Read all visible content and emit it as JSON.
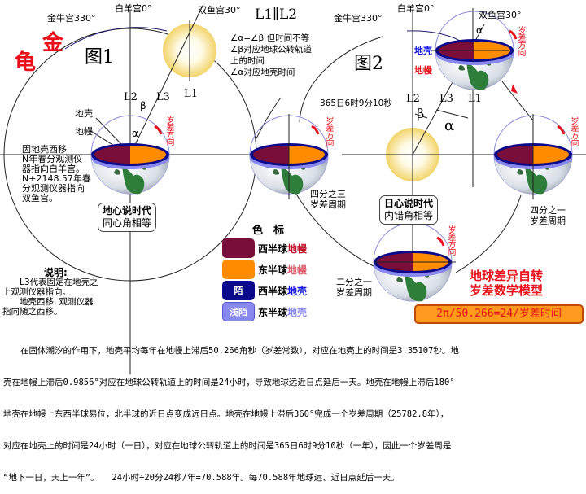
{
  "figure1": {
    "title": "图1",
    "logo_chars": [
      "金",
      "龟"
    ],
    "labels": {
      "aries": "白羊宫0°",
      "taurus": "金牛宫330°",
      "pisces": "双鱼宫30°",
      "L1": "L1",
      "L2": "L2",
      "L3": "L3",
      "beta": "β",
      "alpha": "α",
      "crust": "地壳",
      "mantle": "地幔",
      "precession_direction": "岁差方向"
    },
    "note_left": [
      "因地壳西移",
      "N年春分观测仪",
      "器指向白羊宫。",
      "N+2148.57年春",
      "分观测仪器指向",
      "双鱼宫。"
    ],
    "era_box": {
      "title": "地心说时代",
      "subtitle": "同心角相等"
    }
  },
  "center_notes": {
    "parallel": "L1∥L2",
    "lines": [
      "∠α=∠β 但时间不等",
      "∠β对应地球公转轨道",
      "上的时间",
      "∠α对应地壳时间"
    ],
    "orbit_time": "365日6时9分10秒",
    "three_quarter": [
      "四分之三",
      "岁差周期"
    ]
  },
  "figure2": {
    "title": "图2",
    "labels": {
      "aries": "白羊宫0°",
      "taurus": "金牛宫330°",
      "pisces": "双鱼宫30°",
      "L1": "L1",
      "L2": "L2",
      "L3": "L3",
      "beta": "β",
      "alpha": "α",
      "crust": "地壳",
      "mantle": "地幔",
      "precession_direction": "岁差方向"
    },
    "era_box": {
      "title": "日心说时代",
      "subtitle": "内错角相等"
    },
    "one_quarter": [
      "四分之一",
      "岁差周期"
    ],
    "one_half": [
      "二分之一",
      "岁差周期"
    ]
  },
  "legend": {
    "title": "色　标",
    "items": [
      {
        "swatch_text": "",
        "color": "#7a0e3a",
        "prefix": "西半球",
        "suffix": "地幔",
        "suffix_color": "#c0102a"
      },
      {
        "swatch_text": "",
        "color": "#ff8c00",
        "prefix": "东半球",
        "suffix": "地幔",
        "suffix_color": "#e06070"
      },
      {
        "swatch_text": "陌",
        "color": "#0a0a8a",
        "prefix": "西半球",
        "suffix": "地壳",
        "suffix_color": "#1010e0"
      },
      {
        "swatch_text": "浅陌",
        "color": "#8888ee",
        "prefix": "东半球",
        "suffix": "地壳",
        "suffix_color": "#8888ee"
      }
    ]
  },
  "explanation": {
    "title": "说明:",
    "lines": [
      "　　L3代表固定在地壳之",
      "上观测仪器指向。",
      "　　地壳西移, 观测仪器",
      "指向随之西移。"
    ]
  },
  "model_title": [
    "地球差异自转",
    "岁差数学模型"
  ],
  "formula": "2π/50.266=24/岁差时间",
  "paragraph": [
    "　　在固体潮汐的作用下，地壳平均每年在地幔上滞后50.266角秒（岁差常数），对应在地壳上的时间是3.35107秒。地",
    "壳在地幔上滞后0.9856°对应在地球公转轨道上的时间是24小时，导致地球远近日点延后一天。地壳在地幔上滞后180°",
    "地壳在地幔上东西半球易位，北半球的近日点变成远日点。地壳在地幔上滞后360°完成一个岁差周期（25782.8年），",
    "对应在地壳上的时间是24小时（一日），对应在地球公转轨道上的时间是365日6时9分10秒（一年），因此一个岁差周是",
    "“地下一日，天上一年”。　　24小时÷20分24秒/年=70.588年。每70.588年地球远、近日点延后一天。"
  ],
  "colors": {
    "west_mantle": "#7a0e3a",
    "east_mantle": "#ff8c00",
    "west_crust": "#0a0a8a",
    "east_crust": "#8888ee",
    "accent_red": "#e8101a",
    "sun": "#f5d977"
  }
}
